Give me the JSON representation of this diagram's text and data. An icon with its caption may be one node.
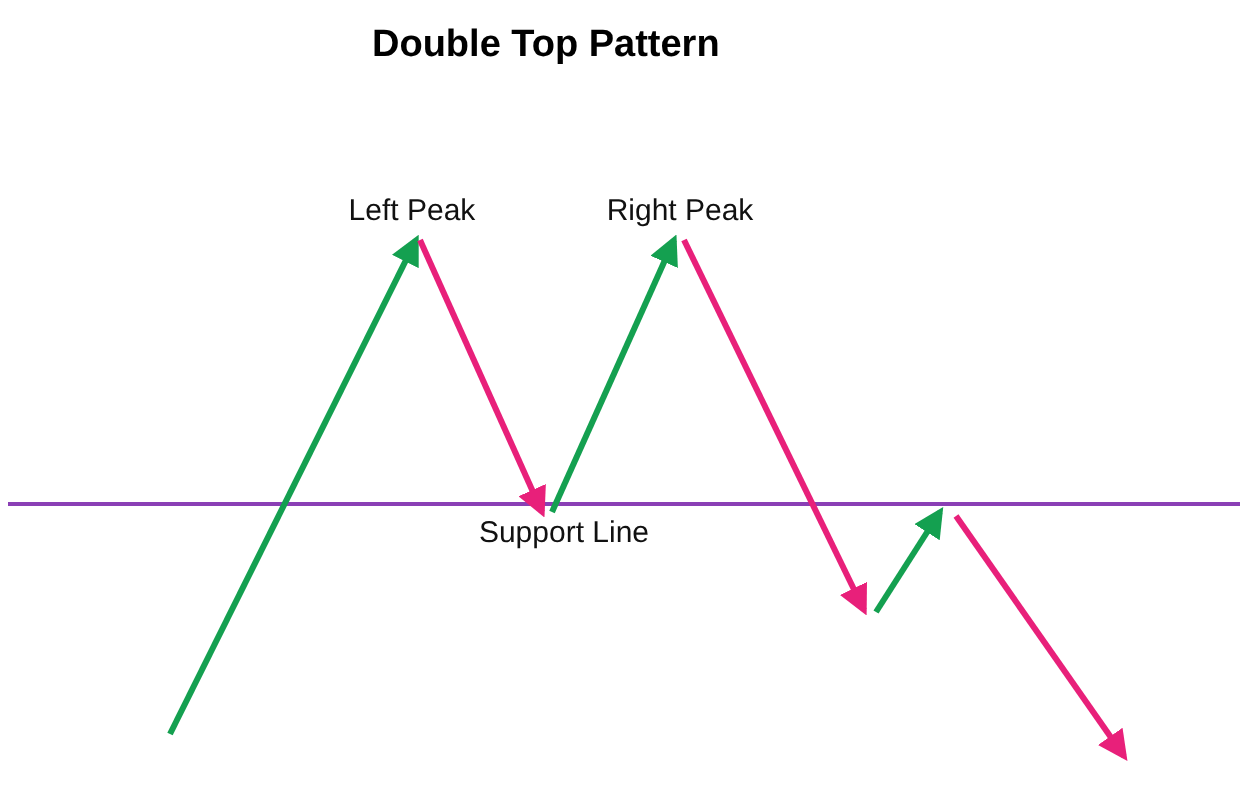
{
  "diagram": {
    "title": "Double Top Pattern",
    "nodes": [
      {
        "text": [
          "Left Peak"
        ]
      },
      {
        "text": [
          "Right Peak"
        ]
      },
      {
        "text": [
          "Support Line"
        ]
      }
    ],
    "edges": [
      {
        "from": null,
        "to": 0,
        "arrow": "to",
        "color": "#14a050"
      },
      {
        "from": 0,
        "to": 2,
        "arrow": "to",
        "color": "#e8207a"
      },
      {
        "from": 2,
        "to": 1,
        "arrow": "to",
        "color": "#14a050"
      },
      {
        "from": 1,
        "to": null,
        "arrow": "to",
        "color": "#e8207a"
      }
    ],
    "labels": []
  }
}
